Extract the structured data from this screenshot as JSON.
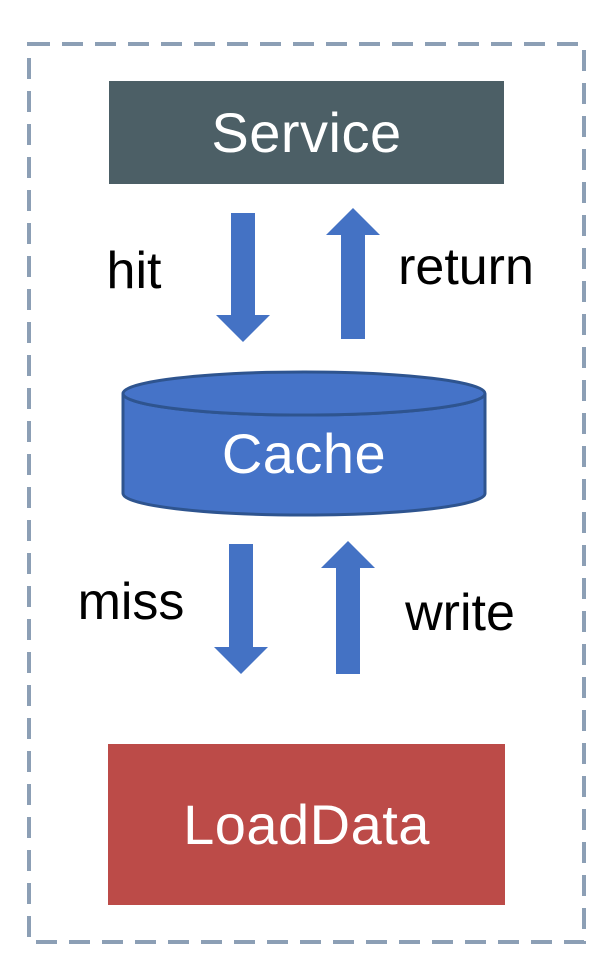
{
  "diagram": {
    "nodes": {
      "service": {
        "label": "Service"
      },
      "cache": {
        "label": "Cache"
      },
      "load_data": {
        "label": "LoadData"
      }
    },
    "edge_labels": {
      "hit": "hit",
      "return": "return",
      "miss": "miss",
      "write": "write"
    },
    "colors": {
      "service_fill": "#4C5F66",
      "cache_fill": "#4573C8",
      "cache_border": "#2E548F",
      "load_data_fill": "#BC4B48",
      "arrow": "#4472C4",
      "frame_dash": "#8C9FB5",
      "node_text": "#FFFFFF",
      "edge_text": "#000000"
    }
  }
}
